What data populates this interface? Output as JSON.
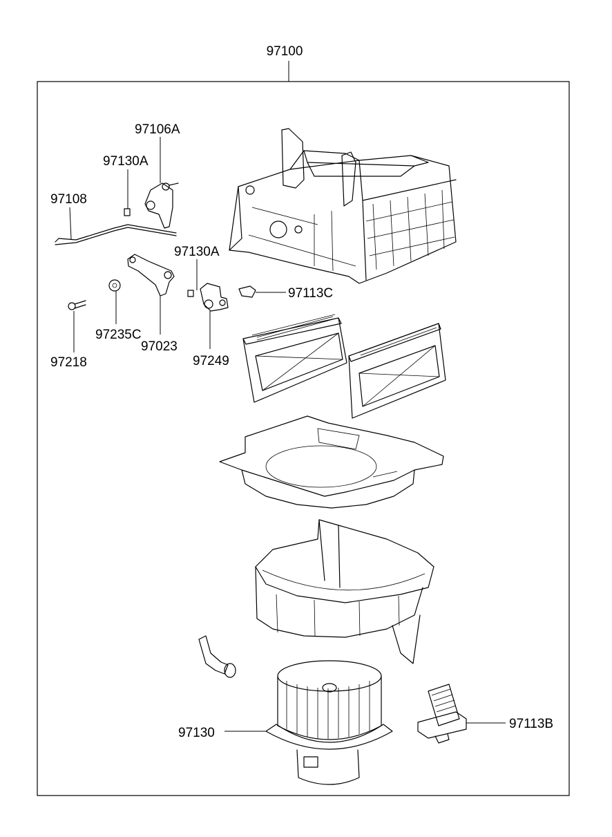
{
  "assembly_label": "97100",
  "part_labels": {
    "p97106A": "97106A",
    "p97130A_top": "97130A",
    "p97108": "97108",
    "p97130A_mid": "97130A",
    "p97113C": "97113C",
    "p97235C": "97235C",
    "p97023": "97023",
    "p97249": "97249",
    "p97218": "97218",
    "p97130": "97130",
    "p97113B": "97113B"
  }
}
